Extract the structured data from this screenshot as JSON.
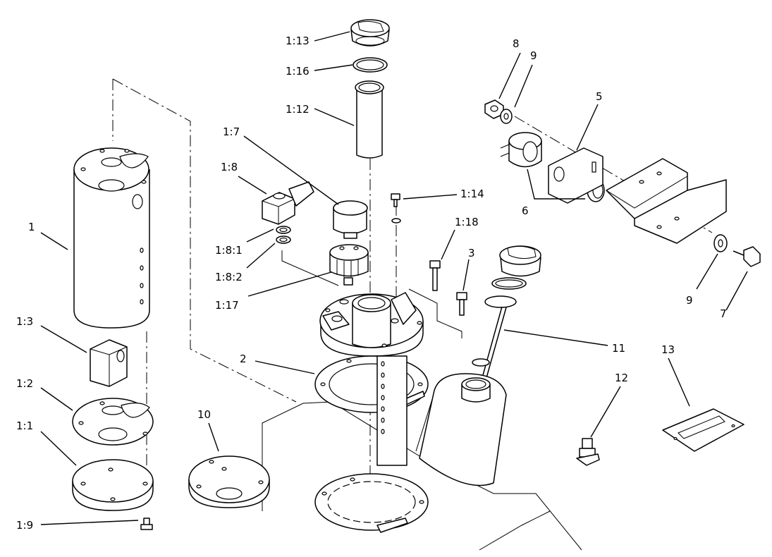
{
  "callouts": {
    "c1_13": "1:13",
    "c1_16": "1:16",
    "c1_12": "1:12",
    "c1_7": "1:7",
    "c1_8": "1:8",
    "c1_14": "1:14",
    "c1_18": "1:18",
    "c1_8_1": "1:8:1",
    "c1_8_2": "1:8:2",
    "c1_17": "1:17",
    "c1": "1",
    "c1_3": "1:3",
    "c1_2": "1:2",
    "c1_1": "1:1",
    "c1_9": "1:9",
    "c2": "2",
    "c3": "3",
    "c5": "5",
    "c6": "6",
    "c7": "7",
    "c8": "8",
    "c9a": "9",
    "c9b": "9",
    "c10": "10",
    "c11": "11",
    "c12": "12",
    "c13": "13"
  }
}
